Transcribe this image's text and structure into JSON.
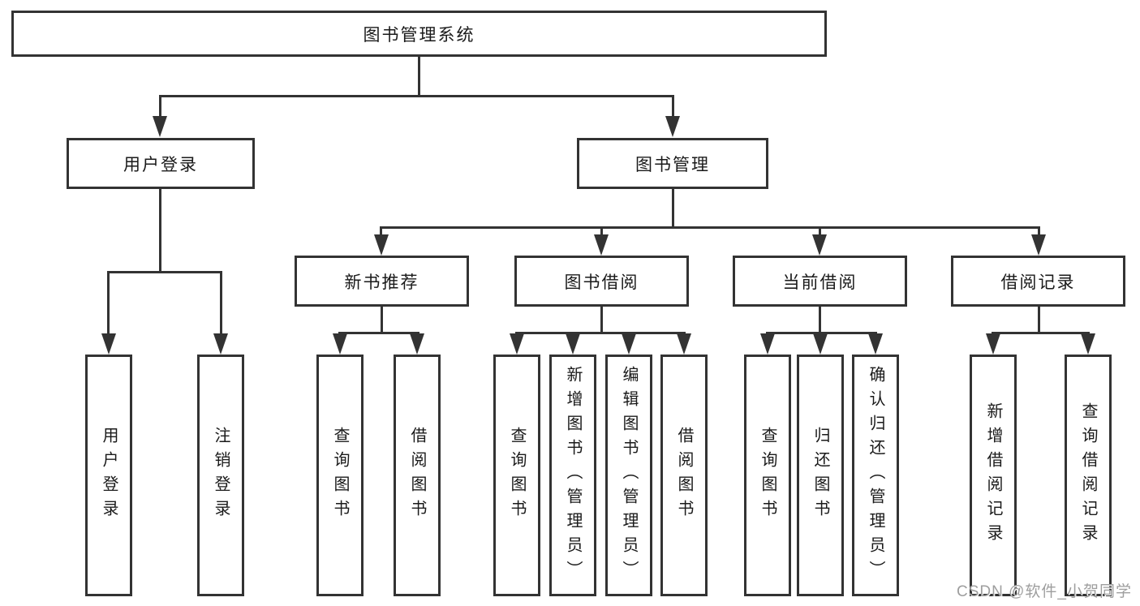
{
  "diagram": {
    "type": "feature-tree",
    "root": {
      "label": "图书管理系统"
    },
    "level2": {
      "user_login": {
        "label": "用户登录"
      },
      "book_mgmt": {
        "label": "图书管理"
      }
    },
    "level3": {
      "new_book_rec": {
        "label": "新书推荐"
      },
      "book_borrow": {
        "label": "图书借阅"
      },
      "current_borrow": {
        "label": "当前借阅"
      },
      "borrow_record": {
        "label": "借阅记录"
      }
    },
    "leaves": {
      "login": "用户登录",
      "logout": "注销登录",
      "nb_query": "查询图书",
      "nb_borrow": "借阅图书",
      "bb_query": "查询图书",
      "bb_add": "新增图书（管理员）",
      "bb_edit": "编辑图书（管理员）",
      "bb_borrow": "借阅图书",
      "cb_query": "查询图书",
      "cb_return": "归还图书",
      "cb_confirm": "确认归还（管理员）",
      "br_add": "新增借阅记录",
      "br_query": "查询借阅记录"
    }
  },
  "watermark": {
    "text": "CSDN @软件_小贺同学"
  },
  "colors": {
    "line": "#333333",
    "text": "#1a1a1a",
    "background": "#ffffff",
    "watermark_gray": "#9e9e9e"
  }
}
